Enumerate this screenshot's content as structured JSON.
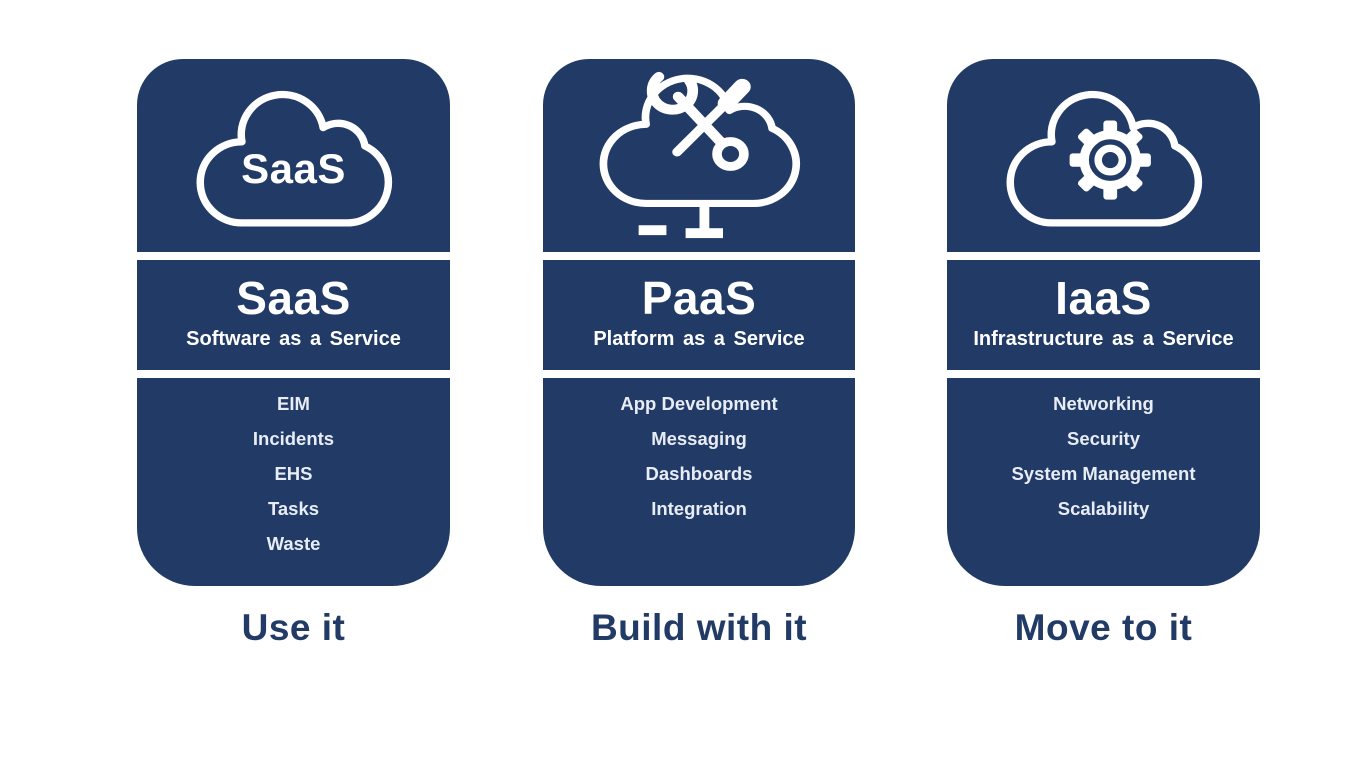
{
  "colors": {
    "card_navy": "#213a66",
    "title_text": "#ffffff",
    "item_text": "#e8ecf4",
    "caption_text": "#213a66",
    "background": "#ffffff"
  },
  "cards": [
    {
      "id": "saas",
      "icon": "saas-cloud-icon",
      "icon_text": "SaaS",
      "title": "SaaS",
      "subtitle": "Software as a Service",
      "items": [
        "EIM",
        "Incidents",
        "EHS",
        "Tasks",
        "Waste"
      ],
      "caption": "Use it"
    },
    {
      "id": "paas",
      "icon": "paas-cloud-tools-icon",
      "title": "PaaS",
      "subtitle": "Platform as a Service",
      "items": [
        "App Development",
        "Messaging",
        "Dashboards",
        "Integration"
      ],
      "caption": "Build with it"
    },
    {
      "id": "iaas",
      "icon": "iaas-cloud-gear-icon",
      "title": "IaaS",
      "subtitle": "Infrastructure as a Service",
      "items": [
        "Networking",
        "Security",
        "System Management",
        "Scalability"
      ],
      "caption": "Move to it"
    }
  ]
}
